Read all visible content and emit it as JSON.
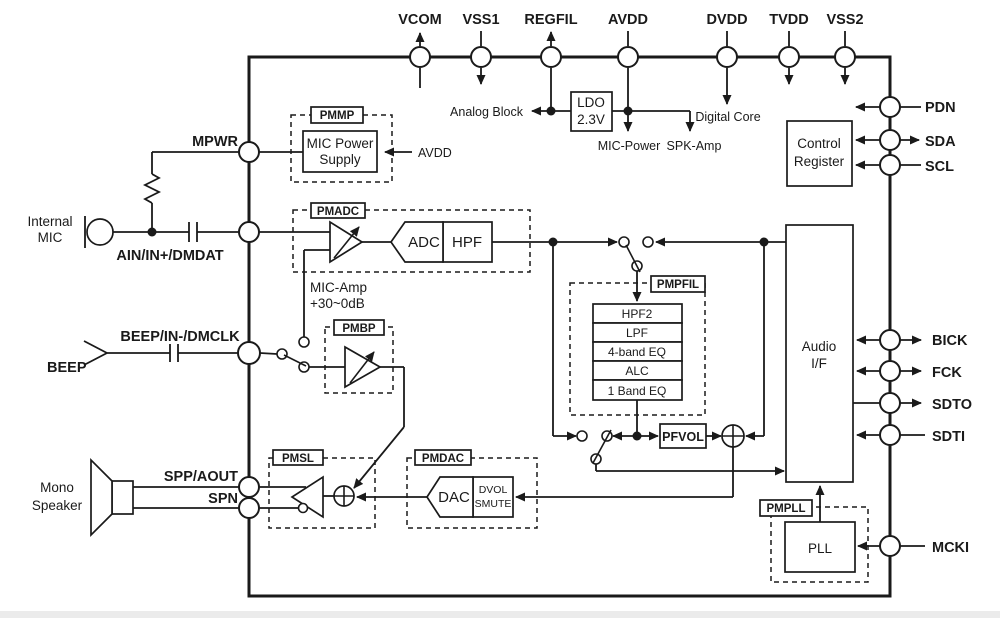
{
  "colors": {
    "line": "#1a1a1a",
    "background": "#ffffff"
  },
  "top_pins": [
    "VCOM",
    "VSS1",
    "REGFIL",
    "AVDD",
    "DVDD",
    "TVDD",
    "VSS2"
  ],
  "right_pins": [
    "PDN",
    "SDA",
    "SCL",
    "BICK",
    "FCK",
    "SDTO",
    "SDTI",
    "MCKI"
  ],
  "left_pins": {
    "mpwr": "MPWR",
    "ain": "AIN/IN+/DMDAT",
    "beep": "BEEP/IN-/DMCLK",
    "spp": "SPP/AOUT",
    "spn": "SPN"
  },
  "external": {
    "internal_mic_line1": "Internal",
    "internal_mic_line2": "MIC",
    "beep": "BEEP",
    "mono_speaker_line1": "Mono",
    "mono_speaker_line2": "Speaker"
  },
  "power": {
    "ldo_line1": "LDO",
    "ldo_line2": "2.3V",
    "analog_block": "Analog Block",
    "mic_power": "MIC-Power",
    "spk_amp": "SPK-Amp",
    "digital_core": "Digital Core",
    "mic_supply_avdd": "AVDD"
  },
  "modules": {
    "pmmp": "PMMP",
    "pmadc": "PMADC",
    "pmbp": "PMBP",
    "pmpfil": "PMPFIL",
    "pmdac": "PMDAC",
    "pmsl": "PMSL",
    "pmpll": "PMPLL"
  },
  "blocks": {
    "mic_power_supply_line1": "MIC Power",
    "mic_power_supply_line2": "Supply",
    "control_register_line1": "Control",
    "control_register_line2": "Register",
    "adc": "ADC",
    "hpf": "HPF",
    "mic_amp_line1": "MIC-Amp",
    "mic_amp_line2": "+30~0dB",
    "pfvol": "PFVOL",
    "audio_if_line1": "Audio",
    "audio_if_line2": "I/F",
    "dac": "DAC",
    "dvol_line1": "DVOL",
    "dvol_line2": "SMUTE",
    "pll": "PLL"
  },
  "filter_chain": [
    "HPF2",
    "LPF",
    "4-band EQ",
    "ALC",
    "1 Band EQ"
  ]
}
